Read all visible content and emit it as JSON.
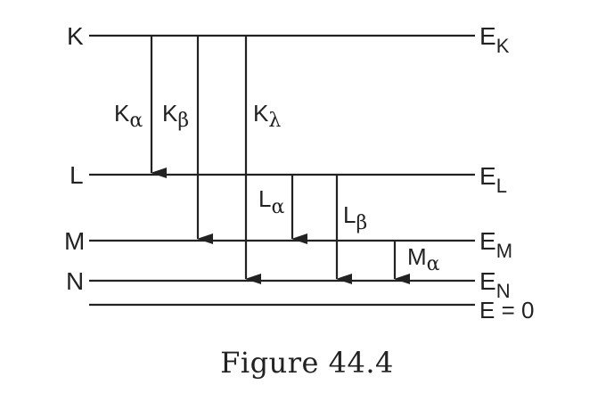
{
  "levels": {
    "K": {
      "left": "K",
      "right": "E",
      "right_sub": "K"
    },
    "L": {
      "left": "L",
      "right": "E",
      "right_sub": "L"
    },
    "M": {
      "left": "M",
      "right": "E",
      "right_sub": "M"
    },
    "N": {
      "left": "N",
      "right": "E",
      "right_sub": "N"
    },
    "zero": {
      "right": "E = 0"
    }
  },
  "transitions": {
    "k_alpha": {
      "letter": "K",
      "greek": "α"
    },
    "k_beta": {
      "letter": "K",
      "greek": "β"
    },
    "k_lambda": {
      "letter": "K",
      "greek": "λ"
    },
    "l_alpha": {
      "letter": "L",
      "greek": "α"
    },
    "l_beta": {
      "letter": "L",
      "greek": "β"
    },
    "m_alpha": {
      "letter": "M",
      "greek": "α"
    }
  },
  "caption": "Figure 44.4"
}
